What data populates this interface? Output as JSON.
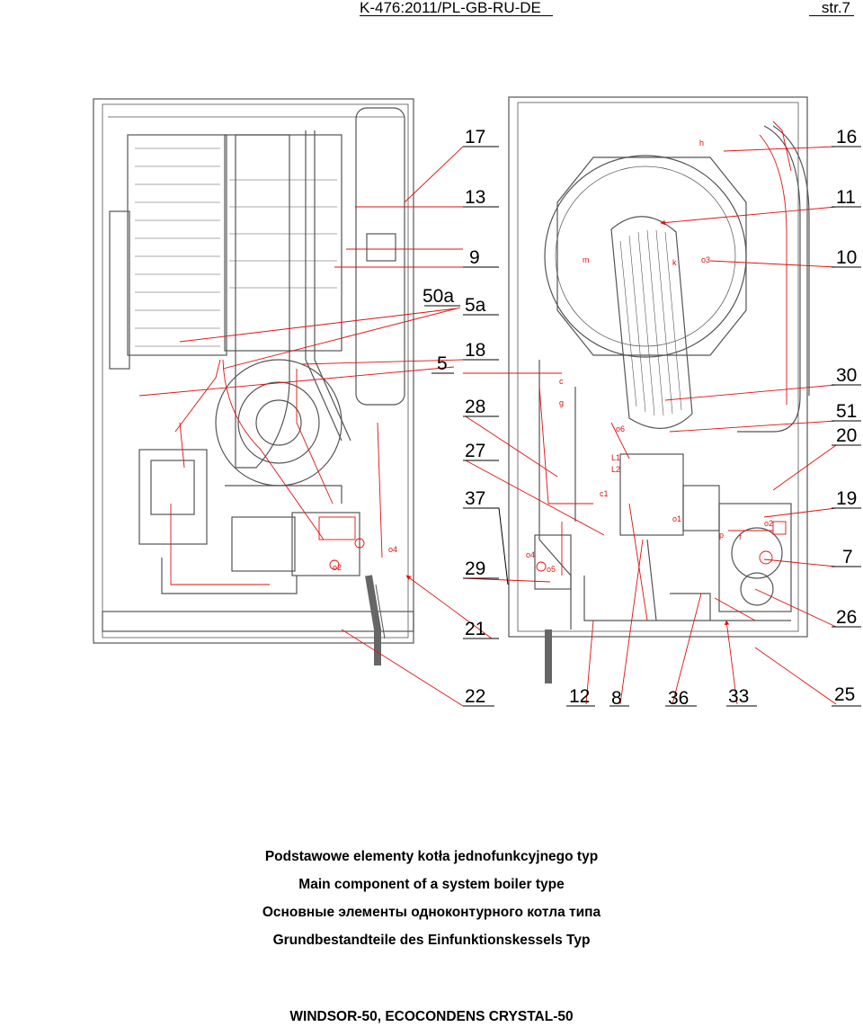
{
  "header": {
    "doc_code": "K-476:2011/PL-GB-RU-DE",
    "page": "str.7"
  },
  "callouts": {
    "top_left": [
      "50a",
      "5"
    ],
    "left_column": [
      "17",
      "13",
      "9",
      "5a",
      "18",
      "28",
      "27",
      "37",
      "29",
      "21"
    ],
    "right_column": [
      "16",
      "11",
      "10",
      "30",
      "51",
      "20",
      "19",
      "7",
      "26"
    ],
    "bottom_row": [
      "22",
      "12",
      "8",
      "36",
      "33",
      "25"
    ]
  },
  "part_codes": [
    "h",
    "m",
    "k",
    "o3",
    "c",
    "g",
    "o6",
    "L1",
    "L2",
    "c1",
    "o1",
    "o2",
    "p",
    "f",
    "o4",
    "o5",
    "o2",
    "o4"
  ],
  "captions": {
    "pl": "Podstawowe elementy kotła jednofunkcyjnego typ",
    "en": "Main component of a system boiler type",
    "ru": "Основные элементы  одноконтурного котла типа",
    "de": "Grundbestandteile des Einfunktionskessels Typ"
  },
  "model": "WINDSOR-50, ECOCONDENS CRYSTAL-50",
  "colors": {
    "ink": "#000000",
    "leader": "#e01010",
    "drawing": "#555555"
  }
}
